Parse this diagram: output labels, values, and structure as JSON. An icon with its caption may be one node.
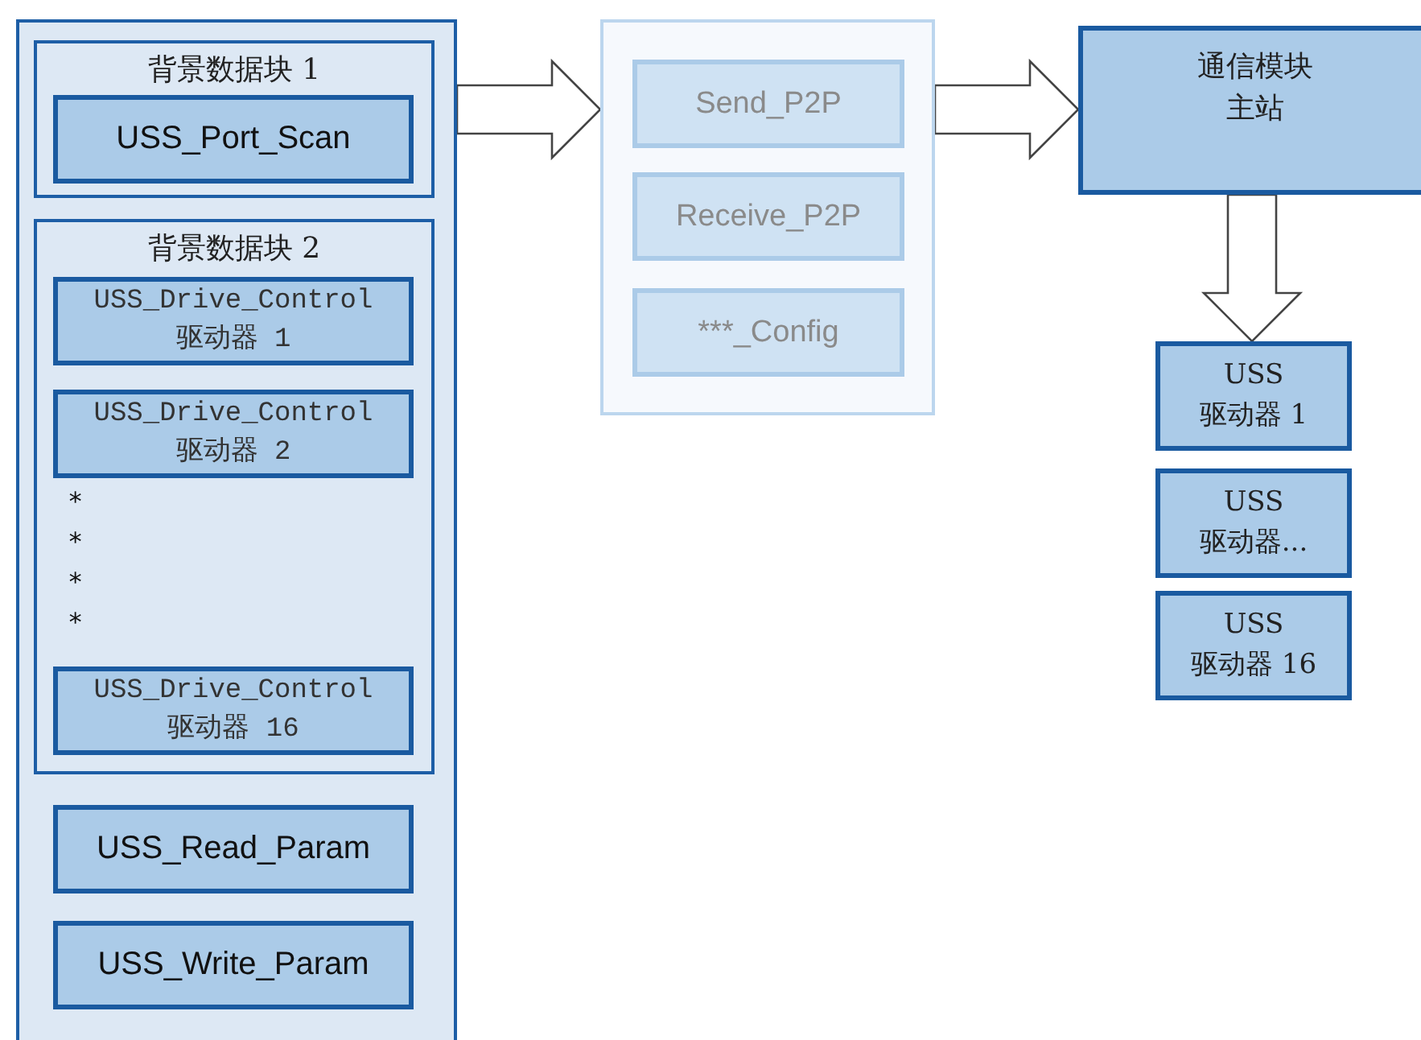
{
  "diagram": {
    "nodes": [
      {
        "text": [],
        "shape": "box"
      },
      {
        "text": [
          "背景数据块 1"
        ],
        "in": 0
      },
      {
        "text": [
          "USS_Port_Scan"
        ],
        "in": 1
      },
      {
        "text": [
          "背景数据块 2"
        ],
        "in": 0
      },
      {
        "text": [
          "USS_Drive_Control",
          "驱动器 1"
        ],
        "in": 3
      },
      {
        "text": [
          "USS_Drive_Control",
          "驱动器 2"
        ],
        "in": 3
      },
      {
        "text": [
          "USS_Drive_Control",
          "驱动器 16"
        ],
        "in": 3
      },
      {
        "text": [
          "USS_Read_Param"
        ],
        "in": 0
      },
      {
        "text": [
          "USS_Write_Param"
        ],
        "in": 0
      },
      {
        "text": [],
        "shape": "box"
      },
      {
        "text": [
          "Send_P2P"
        ],
        "in": 9
      },
      {
        "text": [
          "Receive_P2P"
        ],
        "in": 9
      },
      {
        "text": [
          "***_Config"
        ],
        "in": 9
      },
      {
        "text": [
          "通信模块",
          "主站"
        ]
      },
      {
        "text": [
          "USS",
          "驱动器 1"
        ]
      },
      {
        "text": [
          "USS",
          "驱动器..."
        ]
      },
      {
        "text": [
          "USS",
          "驱动器 16"
        ]
      }
    ],
    "edges": [
      {
        "from": 0,
        "to": 9,
        "arrow": "to"
      },
      {
        "from": 9,
        "to": 13,
        "arrow": "to"
      },
      {
        "from": 13,
        "to": 14,
        "arrow": "to"
      }
    ],
    "labels": [
      "*",
      "*",
      "*",
      "*"
    ]
  }
}
